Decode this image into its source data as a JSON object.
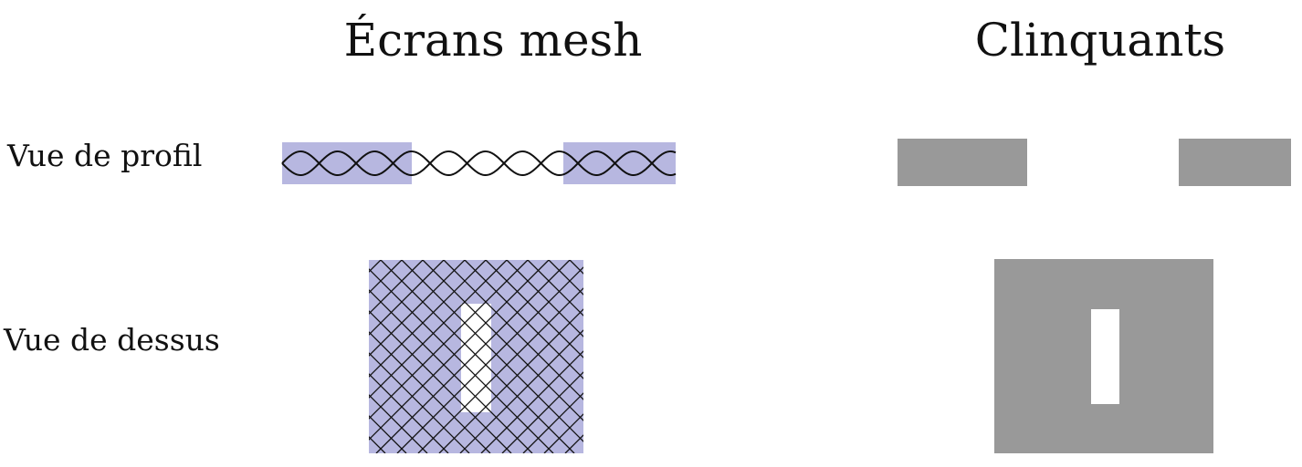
{
  "columns": {
    "mesh": {
      "title": "Écrans mesh"
    },
    "foil": {
      "title": "Clinquants"
    }
  },
  "rows": {
    "profile": {
      "label": "Vue de profil"
    },
    "top": {
      "label": "Vue de dessus"
    }
  },
  "colors": {
    "mesh_fill": "#b7b7e0",
    "foil_fill": "#999999",
    "wire": "#111111",
    "background": "#ffffff"
  }
}
